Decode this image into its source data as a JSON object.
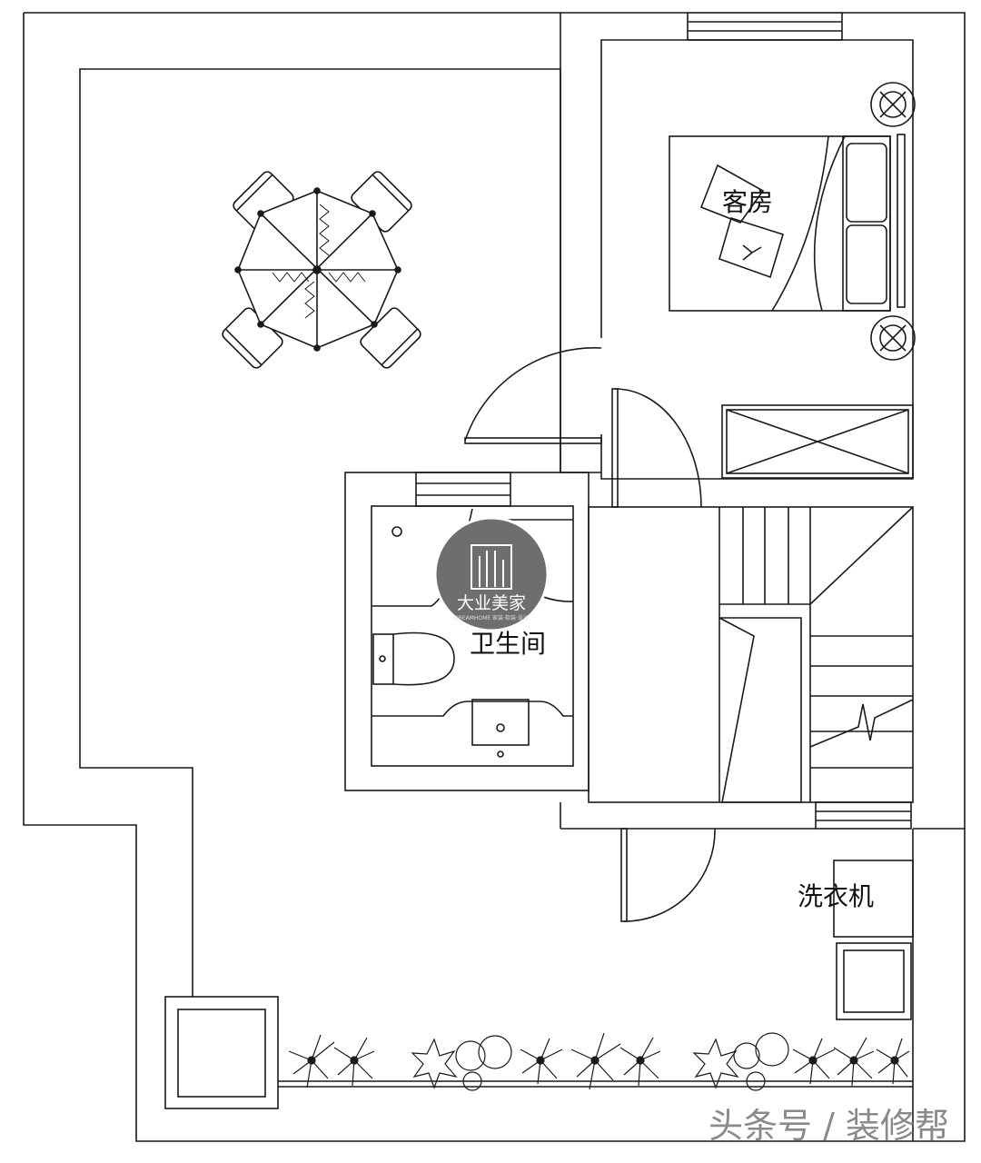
{
  "labels": {
    "guest_room": "客房",
    "bathroom": "卫生间",
    "washing_machine": "洗衣机"
  },
  "watermark": {
    "title": "大业美家",
    "subtitle": "DREAMHOME 家装·软装·设计"
  },
  "footer": {
    "source": "头条号 / 装修帮"
  },
  "colors": {
    "line": "#1a1a1a",
    "watermark": "#6e6e6e",
    "footer_text": "#8a8a8a"
  }
}
